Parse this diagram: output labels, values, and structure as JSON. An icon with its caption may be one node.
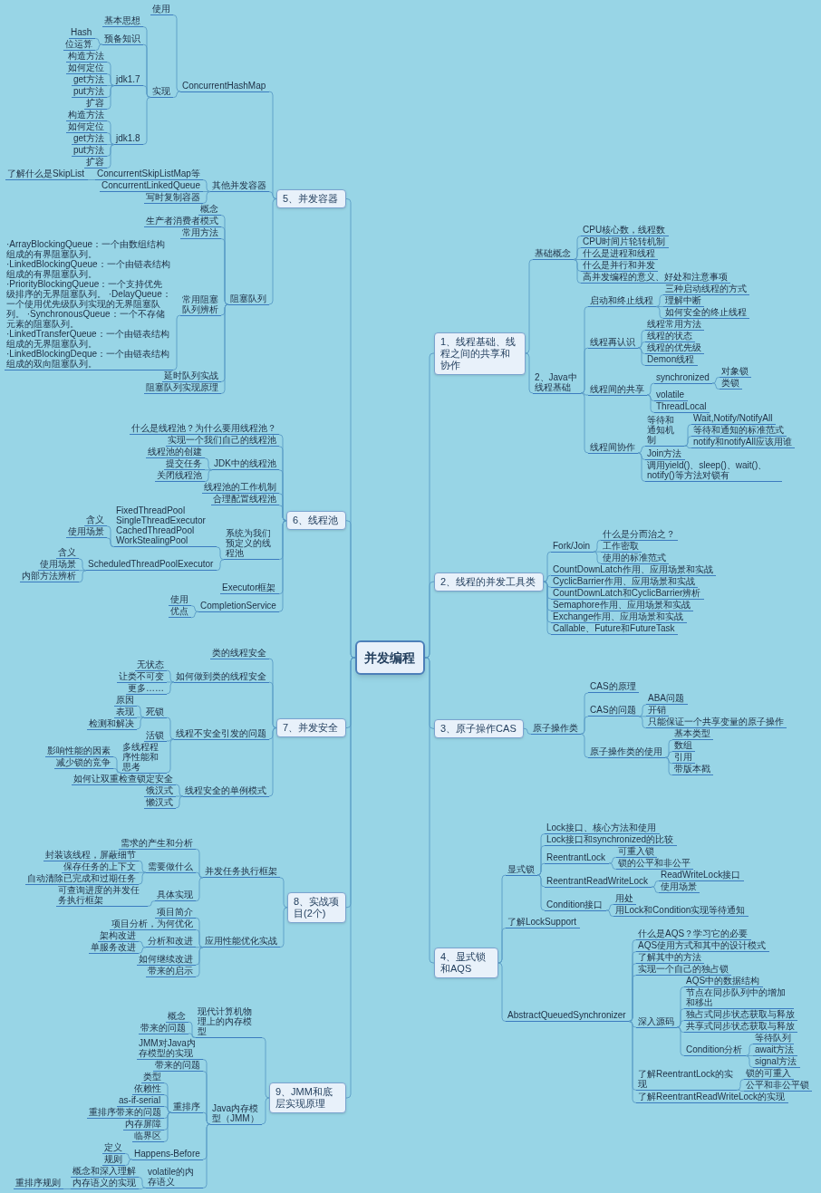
{
  "diagram": {
    "nodes": [
      {
        "text": [
          "并发编程"
        ]
      },
      {
        "text": [
          "1、线程基础、线程之间的共享和协作"
        ]
      },
      {
        "text": [
          "基础概念"
        ]
      },
      {
        "text": [
          "CPU核心数，线程数"
        ]
      },
      {
        "text": [
          "CPU时间片轮转机制"
        ]
      },
      {
        "text": [
          "什么是进程和线程"
        ]
      },
      {
        "text": [
          "什么是并行和并发"
        ]
      },
      {
        "text": [
          "高并发编程的意义、好处和注意事项"
        ]
      },
      {
        "text": [
          "2、Java中线程基础"
        ]
      },
      {
        "text": [
          "启动和终止线程"
        ]
      },
      {
        "text": [
          "三种启动线程的方式"
        ]
      },
      {
        "text": [
          "理解中断"
        ]
      },
      {
        "text": [
          "如何安全的终止线程"
        ]
      },
      {
        "text": [
          "线程再认识"
        ]
      },
      {
        "text": [
          "线程常用方法"
        ]
      },
      {
        "text": [
          "线程的状态"
        ]
      },
      {
        "text": [
          "线程的优先级"
        ]
      },
      {
        "text": [
          "Demon线程"
        ]
      },
      {
        "text": [
          "线程间的共享"
        ]
      },
      {
        "text": [
          "synchronized"
        ]
      },
      {
        "text": [
          "对象锁"
        ]
      },
      {
        "text": [
          "类锁"
        ]
      },
      {
        "text": [
          "volatile"
        ]
      },
      {
        "text": [
          "ThreadLocal"
        ]
      },
      {
        "text": [
          "线程间协作"
        ]
      },
      {
        "text": [
          "等待和通知机制"
        ]
      },
      {
        "text": [
          "Wait,Notify/NotifyAll"
        ]
      },
      {
        "text": [
          "等待和通知的标准范式"
        ]
      },
      {
        "text": [
          "notify和notifyAll应该用谁"
        ]
      },
      {
        "text": [
          "Join方法"
        ]
      },
      {
        "text": [
          "调用yield()、sleep()、wait()、notify()等方法对锁有"
        ]
      },
      {
        "text": [
          "2、线程的并发工具类"
        ]
      },
      {
        "text": [
          "Fork/Join"
        ]
      },
      {
        "text": [
          "什么是分而治之？"
        ]
      },
      {
        "text": [
          "工作密取"
        ]
      },
      {
        "text": [
          "使用的标准范式"
        ]
      },
      {
        "text": [
          "CountDownLatch作用、应用场景和实战"
        ]
      },
      {
        "text": [
          "CyclicBarrier作用、应用场景和实战"
        ]
      },
      {
        "text": [
          "CountDownLatch和CyclicBarrier辨析"
        ]
      },
      {
        "text": [
          "Semaphore作用、应用场景和实战"
        ]
      },
      {
        "text": [
          "Exchange作用、应用场景和实战"
        ]
      },
      {
        "text": [
          "Callable、Future和FutureTask"
        ]
      },
      {
        "text": [
          "3、原子操作CAS"
        ]
      },
      {
        "text": [
          "原子操作类"
        ]
      },
      {
        "text": [
          "CAS的原理"
        ]
      },
      {
        "text": [
          "CAS的问题"
        ]
      },
      {
        "text": [
          "ABA问题"
        ]
      },
      {
        "text": [
          "开销"
        ]
      },
      {
        "text": [
          "只能保证一个共享变量的原子操作"
        ]
      },
      {
        "text": [
          "原子操作类的使用"
        ]
      },
      {
        "text": [
          "基本类型"
        ]
      },
      {
        "text": [
          "数组"
        ]
      },
      {
        "text": [
          "引用"
        ]
      },
      {
        "text": [
          "带版本戳"
        ]
      },
      {
        "text": [
          "4、显式锁和AQS"
        ]
      },
      {
        "text": [
          "显式锁"
        ]
      },
      {
        "text": [
          "Lock接口、核心方法和使用"
        ]
      },
      {
        "text": [
          "Lock接口和synchronized的比较"
        ]
      },
      {
        "text": [
          "ReentrantLock"
        ]
      },
      {
        "text": [
          "可重入锁"
        ]
      },
      {
        "text": [
          "锁的公平和非公平"
        ]
      },
      {
        "text": [
          "ReentrantReadWriteLock"
        ]
      },
      {
        "text": [
          "ReadWriteLock接口"
        ]
      },
      {
        "text": [
          "使用场景"
        ]
      },
      {
        "text": [
          "Condition接口"
        ]
      },
      {
        "text": [
          "用处"
        ]
      },
      {
        "text": [
          "用Lock和Condition实现等待通知"
        ]
      },
      {
        "text": [
          "了解LockSupport"
        ]
      },
      {
        "text": [
          "AbstractQueuedSynchronizer"
        ]
      },
      {
        "text": [
          "什么是AQS？学习它的必要"
        ]
      },
      {
        "text": [
          "AQS使用方式和其中的设计模式"
        ]
      },
      {
        "text": [
          "了解其中的方法"
        ]
      },
      {
        "text": [
          "实现一个自己的独占锁"
        ]
      },
      {
        "text": [
          "深入源码"
        ]
      },
      {
        "text": [
          "AQS中的数据结构"
        ]
      },
      {
        "text": [
          "节点在同步队列中的增加和移出"
        ]
      },
      {
        "text": [
          "独占式同步状态获取与释放"
        ]
      },
      {
        "text": [
          "共享式同步状态获取与释放"
        ]
      },
      {
        "text": [
          "Condition分析"
        ]
      },
      {
        "text": [
          "等待队列"
        ]
      },
      {
        "text": [
          "await方法"
        ]
      },
      {
        "text": [
          "signal方法"
        ]
      },
      {
        "text": [
          "了解ReentrantLock的实现"
        ]
      },
      {
        "text": [
          "锁的可重入"
        ]
      },
      {
        "text": [
          "公平和非公平锁"
        ]
      },
      {
        "text": [
          "了解ReentrantReadWriteLock的实现"
        ]
      },
      {
        "text": [
          "5、并发容器"
        ]
      },
      {
        "text": [
          "ConcurrentHashMap"
        ]
      },
      {
        "text": [
          "使用"
        ]
      },
      {
        "text": [
          "实现"
        ]
      },
      {
        "text": [
          "基本思想"
        ]
      },
      {
        "text": [
          "预备知识"
        ]
      },
      {
        "text": [
          "Hash"
        ]
      },
      {
        "text": [
          "位运算"
        ]
      },
      {
        "text": [
          "jdk1.7"
        ]
      },
      {
        "text": [
          "构造方法"
        ]
      },
      {
        "text": [
          "如何定位"
        ]
      },
      {
        "text": [
          "get方法"
        ]
      },
      {
        "text": [
          "put方法"
        ]
      },
      {
        "text": [
          "扩容"
        ]
      },
      {
        "text": [
          "jdk1.8"
        ]
      },
      {
        "text": [
          "构造方法"
        ]
      },
      {
        "text": [
          "如何定位"
        ]
      },
      {
        "text": [
          "get方法"
        ]
      },
      {
        "text": [
          "put方法"
        ]
      },
      {
        "text": [
          "扩容"
        ]
      },
      {
        "text": [
          "其他并发容器"
        ]
      },
      {
        "text": [
          "ConcurrentSkipListMap等"
        ]
      },
      {
        "text": [
          "了解什么是SkipList"
        ]
      },
      {
        "text": [
          "ConcurrentLinkedQueue"
        ]
      },
      {
        "text": [
          "写时复制容器"
        ]
      },
      {
        "text": [
          "阻塞队列"
        ]
      },
      {
        "text": [
          "概念"
        ]
      },
      {
        "text": [
          "生产者消费者模式"
        ]
      },
      {
        "text": [
          "常用方法"
        ]
      },
      {
        "text": [
          "常用阻塞队列辨析"
        ]
      },
      {
        "text": [
          "·ArrayBlockingQueue：一个由数组结构组成的有界阻塞队列。 ·LinkedBlockingQueue：一个由链表结构组成的有界阻塞队列。 ·PriorityBlockingQueue：一个支持优先级排序的无界阻塞队列。 ·DelayQueue：一个使用优先级队列实现的无界阻塞队列。 ·SynchronousQueue：一个不存储元素的阻塞队列。 ·LinkedTransferQueue：一个由链表结构组成的无界阻塞队列。 ·LinkedBlockingDeque：一个由链表结构组成的双向阻塞队列。"
        ]
      },
      {
        "text": [
          "延时队列实战"
        ]
      },
      {
        "text": [
          "阻塞队列实现原理"
        ]
      },
      {
        "text": [
          "6、线程池"
        ]
      },
      {
        "text": [
          "什么是线程池？为什么要用线程池？"
        ]
      },
      {
        "text": [
          "实现一个我们自己的线程池"
        ]
      },
      {
        "text": [
          "JDK中的线程池"
        ]
      },
      {
        "text": [
          "线程池的创建"
        ]
      },
      {
        "text": [
          "提交任务"
        ]
      },
      {
        "text": [
          "关闭线程池"
        ]
      },
      {
        "text": [
          "线程池的工作机制"
        ]
      },
      {
        "text": [
          "合理配置线程池"
        ]
      },
      {
        "text": [
          "系统为我们预定义的线程池"
        ]
      },
      {
        "text": [
          "FixedThreadPool SingleThreadExecutor CachedThreadPool WorkStealingPool"
        ]
      },
      {
        "text": [
          "含义"
        ]
      },
      {
        "text": [
          "使用场景"
        ]
      },
      {
        "text": [
          "ScheduledThreadPoolExecutor"
        ]
      },
      {
        "text": [
          "含义"
        ]
      },
      {
        "text": [
          "使用场景"
        ]
      },
      {
        "text": [
          "内部方法辨析"
        ]
      },
      {
        "text": [
          "Executor框架"
        ]
      },
      {
        "text": [
          "CompletionService"
        ]
      },
      {
        "text": [
          "使用"
        ]
      },
      {
        "text": [
          "优点"
        ]
      },
      {
        "text": [
          "7、并发安全"
        ]
      },
      {
        "text": [
          "类的线程安全"
        ]
      },
      {
        "text": [
          "如何做到类的线程安全"
        ]
      },
      {
        "text": [
          "无状态"
        ]
      },
      {
        "text": [
          "让类不可变"
        ]
      },
      {
        "text": [
          "更多……"
        ]
      },
      {
        "text": [
          "线程不安全引发的问题"
        ]
      },
      {
        "text": [
          "死锁"
        ]
      },
      {
        "text": [
          "原因"
        ]
      },
      {
        "text": [
          "表现"
        ]
      },
      {
        "text": [
          "检测和解决"
        ]
      },
      {
        "text": [
          "活锁"
        ]
      },
      {
        "text": [
          "多线程程序性能和思考"
        ]
      },
      {
        "text": [
          "影响性能的因素"
        ]
      },
      {
        "text": [
          "减少锁的竞争"
        ]
      },
      {
        "text": [
          "线程安全的单例模式"
        ]
      },
      {
        "text": [
          "如何让双重检查锁定安全"
        ]
      },
      {
        "text": [
          "饿汉式"
        ]
      },
      {
        "text": [
          "懒汉式"
        ]
      },
      {
        "text": [
          "8、实战项目(2个)"
        ]
      },
      {
        "text": [
          "并发任务执行框架"
        ]
      },
      {
        "text": [
          "需求的产生和分析"
        ]
      },
      {
        "text": [
          "需要做什么"
        ]
      },
      {
        "text": [
          "封装该线程，屏蔽细节"
        ]
      },
      {
        "text": [
          "保存任务的上下文"
        ]
      },
      {
        "text": [
          "自动清除已完成和过期任务"
        ]
      },
      {
        "text": [
          "具体实现"
        ]
      },
      {
        "text": [
          "可查询进度的并发任务执行框架"
        ]
      },
      {
        "text": [
          "应用性能优化实战"
        ]
      },
      {
        "text": [
          "项目简介"
        ]
      },
      {
        "text": [
          "项目分析，为何优化"
        ]
      },
      {
        "text": [
          "分析和改进"
        ]
      },
      {
        "text": [
          "架构改进"
        ]
      },
      {
        "text": [
          "单服务改进"
        ]
      },
      {
        "text": [
          "如何继续改进"
        ]
      },
      {
        "text": [
          "带来的启示"
        ]
      },
      {
        "text": [
          "9、JMM和底层实现原理"
        ]
      },
      {
        "text": [
          "现代计算机物理上的内存模型"
        ]
      },
      {
        "text": [
          "概念"
        ]
      },
      {
        "text": [
          "带来的问题"
        ]
      },
      {
        "text": [
          "Java内存模型（JMM）"
        ]
      },
      {
        "text": [
          "JMM对Java内存模型的实现"
        ]
      },
      {
        "text": [
          "带来的问题"
        ]
      },
      {
        "text": [
          "重排序"
        ]
      },
      {
        "text": [
          "类型"
        ]
      },
      {
        "text": [
          "依赖性"
        ]
      },
      {
        "text": [
          "as-if-serial"
        ]
      },
      {
        "text": [
          "重排序带来的问题"
        ]
      },
      {
        "text": [
          "内存屏障"
        ]
      },
      {
        "text": [
          "临界区"
        ]
      },
      {
        "text": [
          "Happens-Before"
        ]
      },
      {
        "text": [
          "定义"
        ]
      },
      {
        "text": [
          "规则"
        ]
      },
      {
        "text": [
          "volatile的内存语义"
        ]
      },
      {
        "text": [
          "概念和深入理解"
        ]
      },
      {
        "text": [
          "内存语义的实现"
        ]
      },
      {
        "text": [
          "重排序规则"
        ]
      }
    ],
    "edges": [
      {
        "from": 0,
        "to": 1,
        "arrow": "none"
      },
      {
        "from": 0,
        "to": 31,
        "arrow": "none"
      },
      {
        "from": 0,
        "to": 42,
        "arrow": "none"
      },
      {
        "from": 0,
        "to": 54,
        "arrow": "none"
      },
      {
        "from": 0,
        "to": 86,
        "arrow": "none"
      },
      {
        "from": 0,
        "to": 119,
        "arrow": "none"
      },
      {
        "from": 0,
        "to": 140,
        "arrow": "none"
      },
      {
        "from": 0,
        "to": 159,
        "arrow": "none"
      },
      {
        "from": 0,
        "to": 176,
        "arrow": "none"
      },
      {
        "from": 1,
        "to": 2,
        "arrow": "none"
      },
      {
        "from": 1,
        "to": 8,
        "arrow": "none"
      },
      {
        "from": 2,
        "to": 3,
        "arrow": "none"
      },
      {
        "from": 2,
        "to": 4,
        "arrow": "none"
      },
      {
        "from": 2,
        "to": 5,
        "arrow": "none"
      },
      {
        "from": 2,
        "to": 6,
        "arrow": "none"
      },
      {
        "from": 2,
        "to": 7,
        "arrow": "none"
      },
      {
        "from": 8,
        "to": 9,
        "arrow": "none"
      },
      {
        "from": 8,
        "to": 13,
        "arrow": "none"
      },
      {
        "from": 8,
        "to": 18,
        "arrow": "none"
      },
      {
        "from": 8,
        "to": 24,
        "arrow": "none"
      },
      {
        "from": 9,
        "to": 10,
        "arrow": "none"
      },
      {
        "from": 9,
        "to": 11,
        "arrow": "none"
      },
      {
        "from": 9,
        "to": 12,
        "arrow": "none"
      },
      {
        "from": 13,
        "to": 14,
        "arrow": "none"
      },
      {
        "from": 13,
        "to": 15,
        "arrow": "none"
      },
      {
        "from": 13,
        "to": 16,
        "arrow": "none"
      },
      {
        "from": 13,
        "to": 17,
        "arrow": "none"
      },
      {
        "from": 18,
        "to": 19,
        "arrow": "none"
      },
      {
        "from": 18,
        "to": 22,
        "arrow": "none"
      },
      {
        "from": 18,
        "to": 23,
        "arrow": "none"
      },
      {
        "from": 19,
        "to": 20,
        "arrow": "none"
      },
      {
        "from": 19,
        "to": 21,
        "arrow": "none"
      },
      {
        "from": 24,
        "to": 25,
        "arrow": "none"
      },
      {
        "from": 24,
        "to": 29,
        "arrow": "none"
      },
      {
        "from": 24,
        "to": 30,
        "arrow": "none"
      },
      {
        "from": 25,
        "to": 26,
        "arrow": "none"
      },
      {
        "from": 25,
        "to": 27,
        "arrow": "none"
      },
      {
        "from": 25,
        "to": 28,
        "arrow": "none"
      },
      {
        "from": 31,
        "to": 32,
        "arrow": "none"
      },
      {
        "from": 31,
        "to": 36,
        "arrow": "none"
      },
      {
        "from": 31,
        "to": 37,
        "arrow": "none"
      },
      {
        "from": 31,
        "to": 38,
        "arrow": "none"
      },
      {
        "from": 31,
        "to": 39,
        "arrow": "none"
      },
      {
        "from": 31,
        "to": 40,
        "arrow": "none"
      },
      {
        "from": 31,
        "to": 41,
        "arrow": "none"
      },
      {
        "from": 32,
        "to": 33,
        "arrow": "none"
      },
      {
        "from": 32,
        "to": 34,
        "arrow": "none"
      },
      {
        "from": 32,
        "to": 35,
        "arrow": "none"
      },
      {
        "from": 42,
        "to": 43,
        "arrow": "none"
      },
      {
        "from": 43,
        "to": 44,
        "arrow": "none"
      },
      {
        "from": 43,
        "to": 45,
        "arrow": "none"
      },
      {
        "from": 43,
        "to": 49,
        "arrow": "none"
      },
      {
        "from": 45,
        "to": 46,
        "arrow": "none"
      },
      {
        "from": 45,
        "to": 47,
        "arrow": "none"
      },
      {
        "from": 45,
        "to": 48,
        "arrow": "none"
      },
      {
        "from": 49,
        "to": 50,
        "arrow": "none"
      },
      {
        "from": 49,
        "to": 51,
        "arrow": "none"
      },
      {
        "from": 49,
        "to": 52,
        "arrow": "none"
      },
      {
        "from": 49,
        "to": 53,
        "arrow": "none"
      },
      {
        "from": 54,
        "to": 55,
        "arrow": "none"
      },
      {
        "from": 54,
        "to": 67,
        "arrow": "none"
      },
      {
        "from": 54,
        "to": 68,
        "arrow": "none"
      },
      {
        "from": 55,
        "to": 56,
        "arrow": "none"
      },
      {
        "from": 55,
        "to": 57,
        "arrow": "none"
      },
      {
        "from": 55,
        "to": 58,
        "arrow": "none"
      },
      {
        "from": 55,
        "to": 61,
        "arrow": "none"
      },
      {
        "from": 55,
        "to": 64,
        "arrow": "none"
      },
      {
        "from": 58,
        "to": 59,
        "arrow": "none"
      },
      {
        "from": 58,
        "to": 60,
        "arrow": "none"
      },
      {
        "from": 61,
        "to": 62,
        "arrow": "none"
      },
      {
        "from": 61,
        "to": 63,
        "arrow": "none"
      },
      {
        "from": 64,
        "to": 65,
        "arrow": "none"
      },
      {
        "from": 64,
        "to": 66,
        "arrow": "none"
      },
      {
        "from": 68,
        "to": 69,
        "arrow": "none"
      },
      {
        "from": 68,
        "to": 70,
        "arrow": "none"
      },
      {
        "from": 68,
        "to": 71,
        "arrow": "none"
      },
      {
        "from": 68,
        "to": 72,
        "arrow": "none"
      },
      {
        "from": 68,
        "to": 73,
        "arrow": "none"
      },
      {
        "from": 68,
        "to": 82,
        "arrow": "none"
      },
      {
        "from": 68,
        "to": 85,
        "arrow": "none"
      },
      {
        "from": 73,
        "to": 74,
        "arrow": "none"
      },
      {
        "from": 73,
        "to": 75,
        "arrow": "none"
      },
      {
        "from": 73,
        "to": 76,
        "arrow": "none"
      },
      {
        "from": 73,
        "to": 77,
        "arrow": "none"
      },
      {
        "from": 73,
        "to": 78,
        "arrow": "none"
      },
      {
        "from": 78,
        "to": 79,
        "arrow": "none"
      },
      {
        "from": 78,
        "to": 80,
        "arrow": "none"
      },
      {
        "from": 78,
        "to": 81,
        "arrow": "none"
      },
      {
        "from": 82,
        "to": 83,
        "arrow": "none"
      },
      {
        "from": 82,
        "to": 84,
        "arrow": "none"
      },
      {
        "from": 86,
        "to": 87,
        "arrow": "none"
      },
      {
        "from": 86,
        "to": 106,
        "arrow": "none"
      },
      {
        "from": 86,
        "to": 111,
        "arrow": "none"
      },
      {
        "from": 87,
        "to": 88,
        "arrow": "none"
      },
      {
        "from": 87,
        "to": 89,
        "arrow": "none"
      },
      {
        "from": 89,
        "to": 90,
        "arrow": "none"
      },
      {
        "from": 89,
        "to": 91,
        "arrow": "none"
      },
      {
        "from": 89,
        "to": 94,
        "arrow": "none"
      },
      {
        "from": 89,
        "to": 100,
        "arrow": "none"
      },
      {
        "from": 91,
        "to": 92,
        "arrow": "none"
      },
      {
        "from": 91,
        "to": 93,
        "arrow": "none"
      },
      {
        "from": 94,
        "to": 95,
        "arrow": "none"
      },
      {
        "from": 94,
        "to": 96,
        "arrow": "none"
      },
      {
        "from": 94,
        "to": 97,
        "arrow": "none"
      },
      {
        "from": 94,
        "to": 98,
        "arrow": "none"
      },
      {
        "from": 94,
        "to": 99,
        "arrow": "none"
      },
      {
        "from": 100,
        "to": 101,
        "arrow": "none"
      },
      {
        "from": 100,
        "to": 102,
        "arrow": "none"
      },
      {
        "from": 100,
        "to": 103,
        "arrow": "none"
      },
      {
        "from": 100,
        "to": 104,
        "arrow": "none"
      },
      {
        "from": 100,
        "to": 105,
        "arrow": "none"
      },
      {
        "from": 106,
        "to": 107,
        "arrow": "none"
      },
      {
        "from": 106,
        "to": 109,
        "arrow": "none"
      },
      {
        "from": 106,
        "to": 110,
        "arrow": "none"
      },
      {
        "from": 107,
        "to": 108,
        "arrow": "none"
      },
      {
        "from": 111,
        "to": 112,
        "arrow": "none"
      },
      {
        "from": 111,
        "to": 113,
        "arrow": "none"
      },
      {
        "from": 111,
        "to": 114,
        "arrow": "none"
      },
      {
        "from": 111,
        "to": 115,
        "arrow": "none"
      },
      {
        "from": 111,
        "to": 117,
        "arrow": "none"
      },
      {
        "from": 111,
        "to": 118,
        "arrow": "none"
      },
      {
        "from": 115,
        "to": 116,
        "arrow": "none"
      },
      {
        "from": 119,
        "to": 120,
        "arrow": "none"
      },
      {
        "from": 119,
        "to": 121,
        "arrow": "none"
      },
      {
        "from": 119,
        "to": 122,
        "arrow": "none"
      },
      {
        "from": 119,
        "to": 126,
        "arrow": "none"
      },
      {
        "from": 119,
        "to": 127,
        "arrow": "none"
      },
      {
        "from": 119,
        "to": 128,
        "arrow": "none"
      },
      {
        "from": 119,
        "to": 136,
        "arrow": "none"
      },
      {
        "from": 119,
        "to": 137,
        "arrow": "none"
      },
      {
        "from": 122,
        "to": 123,
        "arrow": "none"
      },
      {
        "from": 122,
        "to": 124,
        "arrow": "none"
      },
      {
        "from": 122,
        "to": 125,
        "arrow": "none"
      },
      {
        "from": 128,
        "to": 129,
        "arrow": "none"
      },
      {
        "from": 128,
        "to": 132,
        "arrow": "none"
      },
      {
        "from": 129,
        "to": 130,
        "arrow": "none"
      },
      {
        "from": 129,
        "to": 131,
        "arrow": "none"
      },
      {
        "from": 132,
        "to": 133,
        "arrow": "none"
      },
      {
        "from": 132,
        "to": 134,
        "arrow": "none"
      },
      {
        "from": 132,
        "to": 135,
        "arrow": "none"
      },
      {
        "from": 137,
        "to": 138,
        "arrow": "none"
      },
      {
        "from": 137,
        "to": 139,
        "arrow": "none"
      },
      {
        "from": 140,
        "to": 141,
        "arrow": "none"
      },
      {
        "from": 140,
        "to": 142,
        "arrow": "none"
      },
      {
        "from": 140,
        "to": 146,
        "arrow": "none"
      },
      {
        "from": 140,
        "to": 155,
        "arrow": "none"
      },
      {
        "from": 142,
        "to": 143,
        "arrow": "none"
      },
      {
        "from": 142,
        "to": 144,
        "arrow": "none"
      },
      {
        "from": 142,
        "to": 145,
        "arrow": "none"
      },
      {
        "from": 146,
        "to": 147,
        "arrow": "none"
      },
      {
        "from": 146,
        "to": 151,
        "arrow": "none"
      },
      {
        "from": 146,
        "to": 152,
        "arrow": "none"
      },
      {
        "from": 147,
        "to": 148,
        "arrow": "none"
      },
      {
        "from": 147,
        "to": 149,
        "arrow": "none"
      },
      {
        "from": 147,
        "to": 150,
        "arrow": "none"
      },
      {
        "from": 152,
        "to": 153,
        "arrow": "none"
      },
      {
        "from": 152,
        "to": 154,
        "arrow": "none"
      },
      {
        "from": 155,
        "to": 156,
        "arrow": "none"
      },
      {
        "from": 155,
        "to": 157,
        "arrow": "none"
      },
      {
        "from": 155,
        "to": 158,
        "arrow": "none"
      },
      {
        "from": 159,
        "to": 160,
        "arrow": "none"
      },
      {
        "from": 159,
        "to": 168,
        "arrow": "none"
      },
      {
        "from": 160,
        "to": 161,
        "arrow": "none"
      },
      {
        "from": 160,
        "to": 162,
        "arrow": "none"
      },
      {
        "from": 160,
        "to": 166,
        "arrow": "none"
      },
      {
        "from": 162,
        "to": 163,
        "arrow": "none"
      },
      {
        "from": 162,
        "to": 164,
        "arrow": "none"
      },
      {
        "from": 162,
        "to": 165,
        "arrow": "none"
      },
      {
        "from": 166,
        "to": 167,
        "arrow": "none"
      },
      {
        "from": 168,
        "to": 169,
        "arrow": "none"
      },
      {
        "from": 168,
        "to": 170,
        "arrow": "none"
      },
      {
        "from": 168,
        "to": 171,
        "arrow": "none"
      },
      {
        "from": 168,
        "to": 174,
        "arrow": "none"
      },
      {
        "from": 168,
        "to": 175,
        "arrow": "none"
      },
      {
        "from": 171,
        "to": 172,
        "arrow": "none"
      },
      {
        "from": 171,
        "to": 173,
        "arrow": "none"
      },
      {
        "from": 176,
        "to": 177,
        "arrow": "none"
      },
      {
        "from": 176,
        "to": 180,
        "arrow": "none"
      },
      {
        "from": 177,
        "to": 178,
        "arrow": "none"
      },
      {
        "from": 177,
        "to": 179,
        "arrow": "none"
      },
      {
        "from": 180,
        "to": 181,
        "arrow": "none"
      },
      {
        "from": 180,
        "to": 182,
        "arrow": "none"
      },
      {
        "from": 180,
        "to": 183,
        "arrow": "none"
      },
      {
        "from": 180,
        "to": 190,
        "arrow": "none"
      },
      {
        "from": 180,
        "to": 193,
        "arrow": "none"
      },
      {
        "from": 183,
        "to": 184,
        "arrow": "none"
      },
      {
        "from": 183,
        "to": 185,
        "arrow": "none"
      },
      {
        "from": 183,
        "to": 186,
        "arrow": "none"
      },
      {
        "from": 183,
        "to": 187,
        "arrow": "none"
      },
      {
        "from": 183,
        "to": 188,
        "arrow": "none"
      },
      {
        "from": 183,
        "to": 189,
        "arrow": "none"
      },
      {
        "from": 190,
        "to": 191,
        "arrow": "none"
      },
      {
        "from": 190,
        "to": 192,
        "arrow": "none"
      },
      {
        "from": 193,
        "to": 194,
        "arrow": "none"
      },
      {
        "from": 193,
        "to": 195,
        "arrow": "none"
      },
      {
        "from": 195,
        "to": 196,
        "arrow": "none"
      }
    ]
  }
}
